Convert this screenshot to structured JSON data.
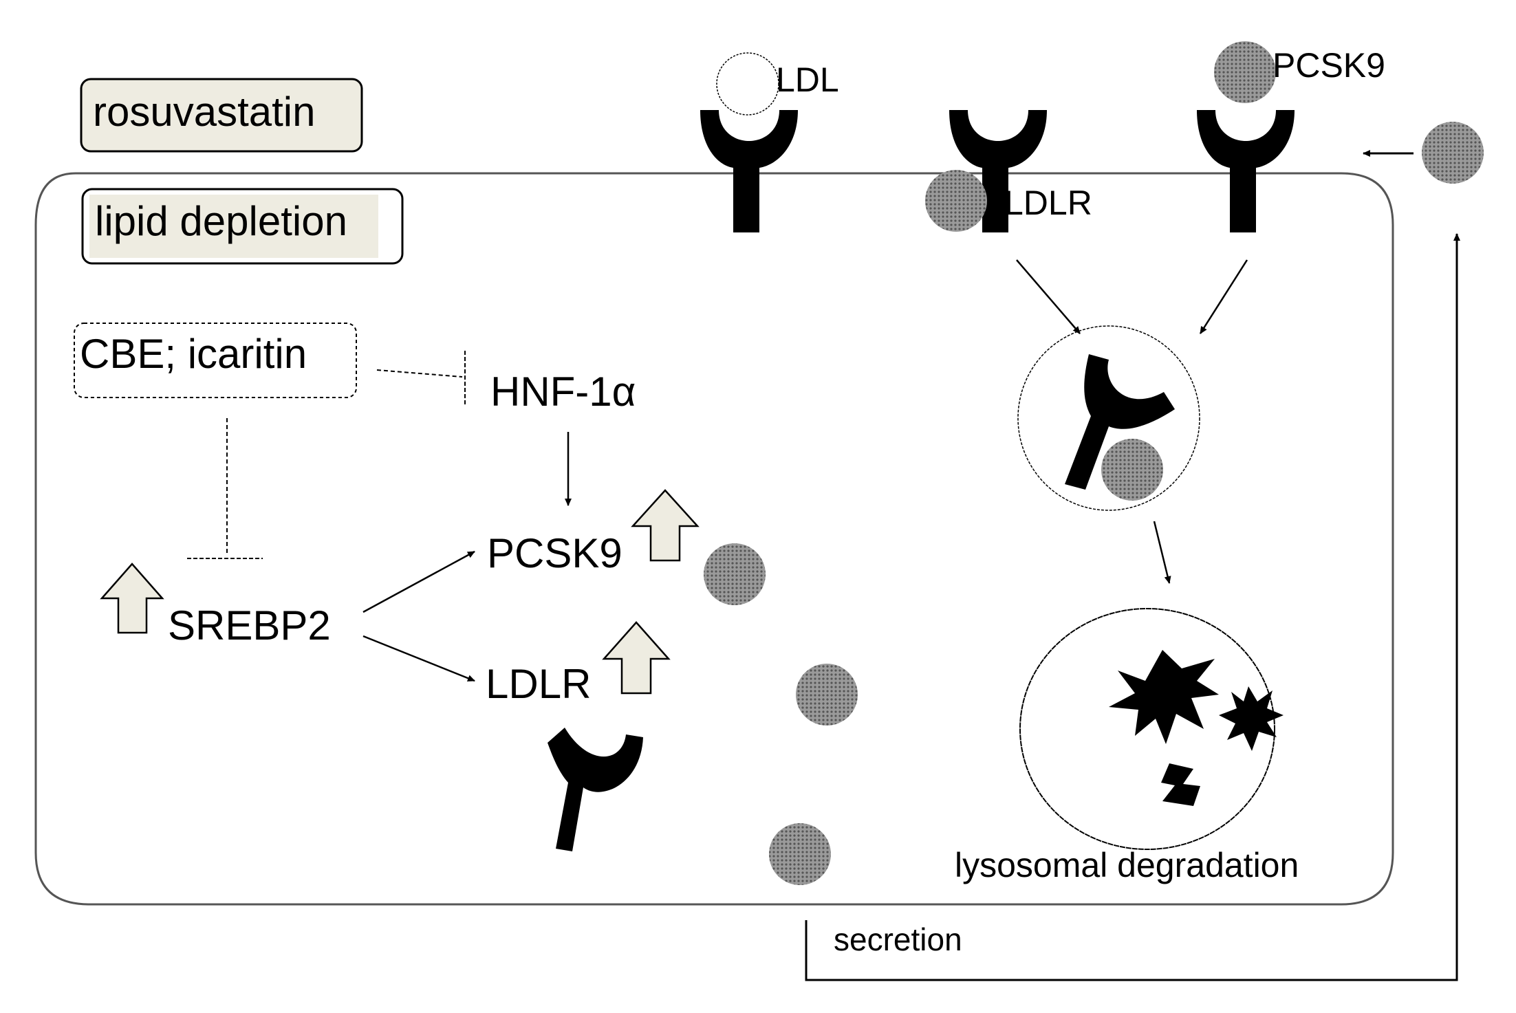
{
  "labels": {
    "rosuvastatin": "rosuvastatin",
    "lipid_depletion": "lipid depletion",
    "inhibitors": "CBE; icaritin",
    "hnf1a": "HNF-1α",
    "pcsk9_gene": "PCSK9",
    "ldlr_gene": "LDLR",
    "srebp2": "SREBP2",
    "ldl": "LDL",
    "pcsk9_extracellular": "PCSK9",
    "ldlr_membrane": "LDLR",
    "lysosomal_degradation": "lysosomal degradation",
    "secretion": "secretion"
  },
  "colors": {
    "background": "#ffffff",
    "line": "#000000",
    "cell_membrane": "#555555",
    "condition_box_fill": "#eeece1",
    "up_arrow_fill": "#eeece1",
    "pcsk9_particle": "#7a7a7a",
    "receptor": "#000000"
  },
  "icons": {
    "receptor": "y-shaped-receptor-icon",
    "particle": "dotted-circle-particle-icon",
    "up_arrow": "block-up-arrow-icon",
    "fragment": "starburst-fragment-icon"
  }
}
